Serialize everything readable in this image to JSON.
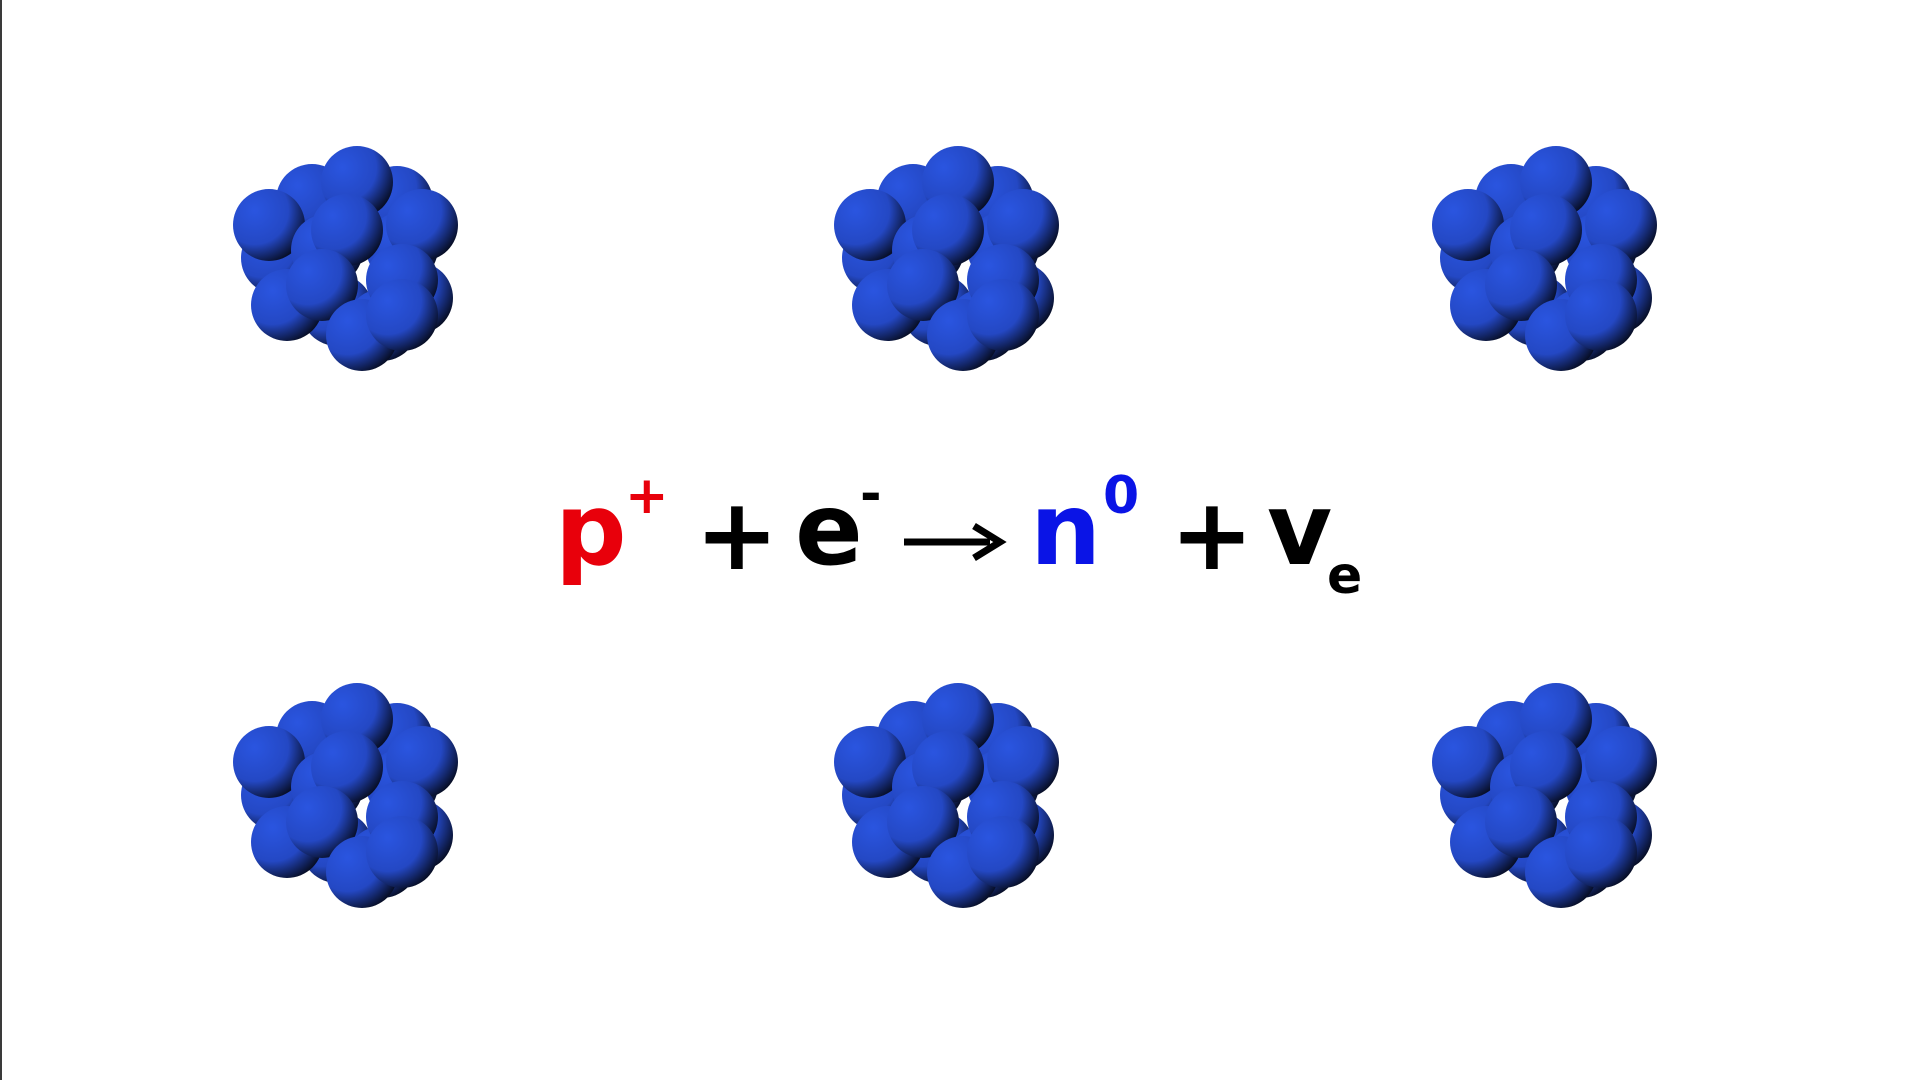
{
  "equation": {
    "proton": {
      "symbol": "p",
      "charge": "+",
      "color": "#e8000b"
    },
    "plus_1": "+",
    "electron": {
      "symbol": "e",
      "charge": "-",
      "color": "#000000"
    },
    "arrow": "→",
    "neutron": {
      "symbol": "n",
      "charge": "0",
      "color": "#0a14e6"
    },
    "plus_2": "+",
    "neutrino": {
      "symbol": "v",
      "subscript": "e",
      "color": "#000000"
    }
  },
  "nuclei": {
    "count": 6,
    "sphere_color": "#2a55e0",
    "shadow_color": "#000000"
  }
}
